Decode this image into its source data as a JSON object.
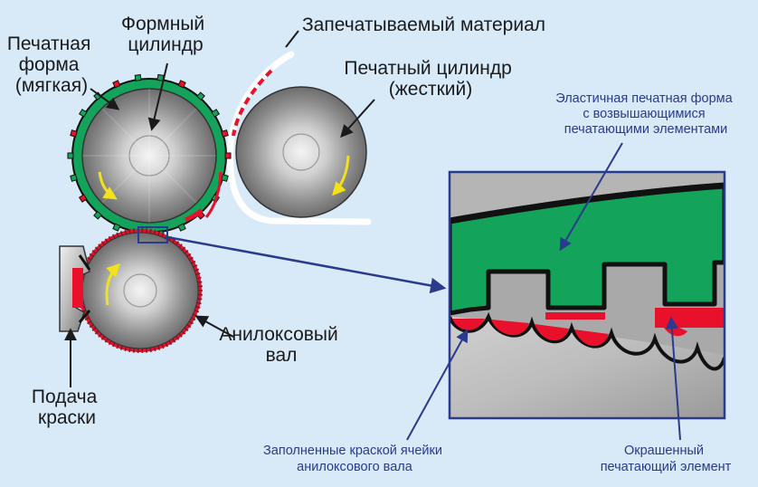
{
  "labels": {
    "plate_line1": "Печатная",
    "plate_line2": "форма",
    "plate_line3": "(мягкая)",
    "plate_cyl_line1": "Формный",
    "plate_cyl_line2": "цилиндр",
    "substrate": "Запечатываемый материал",
    "impression_line1": "Печатный цилиндр",
    "impression_line2": "(жесткий)",
    "elastic_line1": "Эластичная печатная форма",
    "elastic_line2": "с возвышающимися",
    "elastic_line3": "печатающими элементами",
    "anilox_line1": "Анилоксовый",
    "anilox_line2": "вал",
    "ink_line1": "Подача",
    "ink_line2": "краски",
    "cells_line1": "Заполненные краской ячейки",
    "cells_line2": "анилоксового вала",
    "element_line1": "Окрашенный",
    "element_line2": "печатающий элемент"
  },
  "colors": {
    "background": "#d8e9f8",
    "plate": "#14a35a",
    "ink": "#e8102a",
    "pointer": "#2a3a8c",
    "arrow": "#f2e21a"
  }
}
